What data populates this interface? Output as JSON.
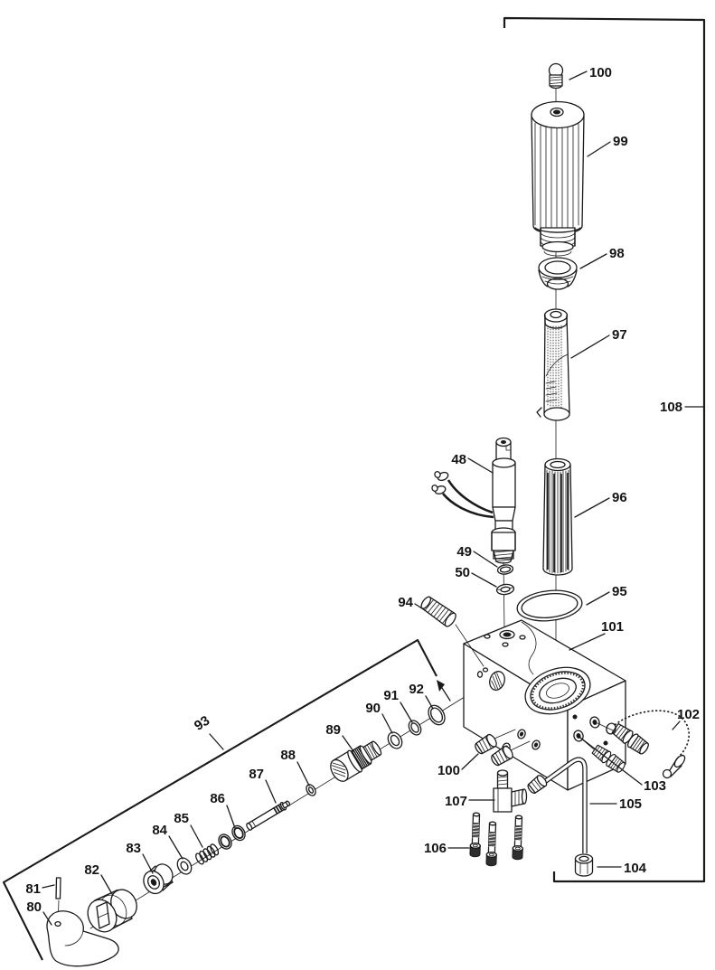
{
  "figure": {
    "kind": "exploded-parts-diagram",
    "colors": {
      "line": "#1a1a1a",
      "background": "#ffffff"
    }
  },
  "callouts": {
    "c48": "48",
    "c49": "49",
    "c50": "50",
    "c80": "80",
    "c81": "81",
    "c82": "82",
    "c83": "83",
    "c84": "84",
    "c85": "85",
    "c86": "86",
    "c87": "87",
    "c88": "88",
    "c89": "89",
    "c90": "90",
    "c91": "91",
    "c92": "92",
    "c93": "93",
    "c94": "94",
    "c95": "95",
    "c96": "96",
    "c97": "97",
    "c98": "98",
    "c99": "99",
    "c100_top": "100",
    "c100_side": "100",
    "c101": "101",
    "c102": "102",
    "c103": "103",
    "c104": "104",
    "c105": "105",
    "c106": "106",
    "c107": "107",
    "c108": "108"
  }
}
